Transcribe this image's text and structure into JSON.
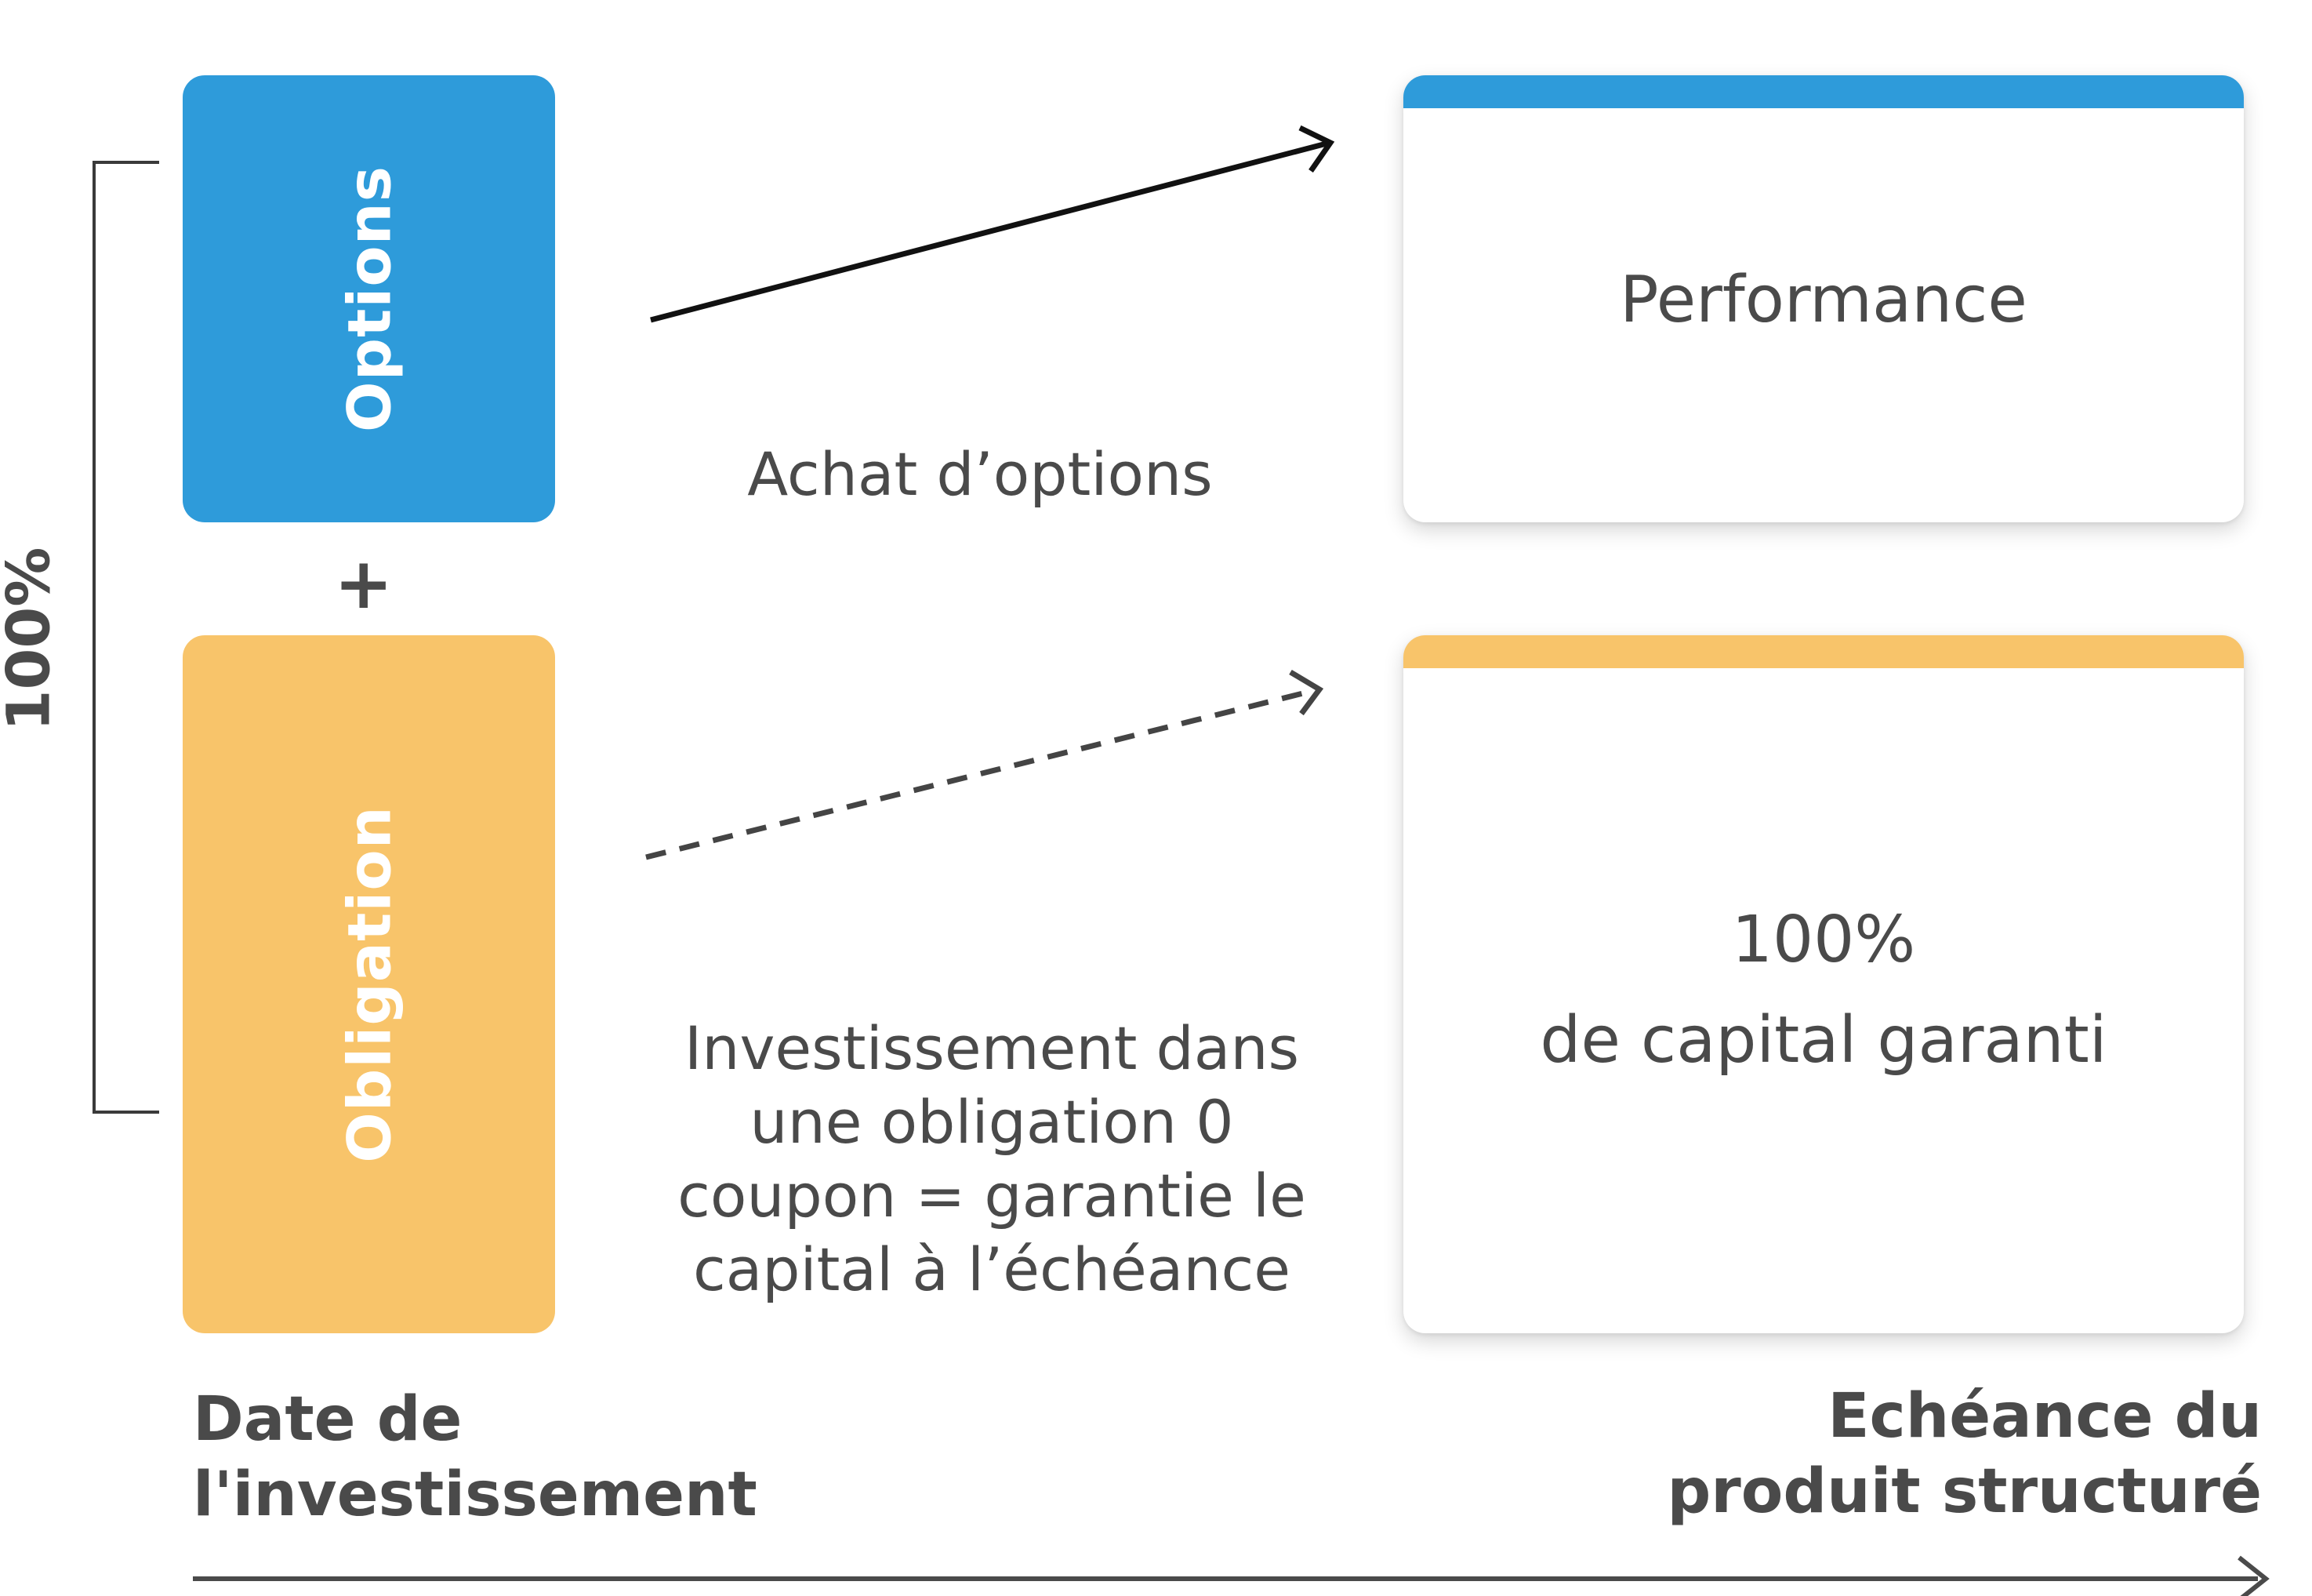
{
  "bracket_label": "100%",
  "plus_sign": "+",
  "left_boxes": {
    "options": "Options",
    "obligation": "Obligation"
  },
  "middle": {
    "achat": "Achat d’options",
    "invest_lines": [
      "Investissement dans",
      "une obligation 0",
      "coupon = garantie le",
      "capital à l’échéance"
    ]
  },
  "right_cards": {
    "performance": "Performance",
    "capital_line1": "100%",
    "capital_line2": "de capital garanti"
  },
  "footer": {
    "left_line1": "Date de",
    "left_line2": "l'investissement",
    "right_line1": "Echéance du",
    "right_line2": "produit structuré"
  },
  "colors": {
    "blue": "#2e9bda",
    "yellow": "#f8c46a",
    "text": "#4a4a4a"
  }
}
